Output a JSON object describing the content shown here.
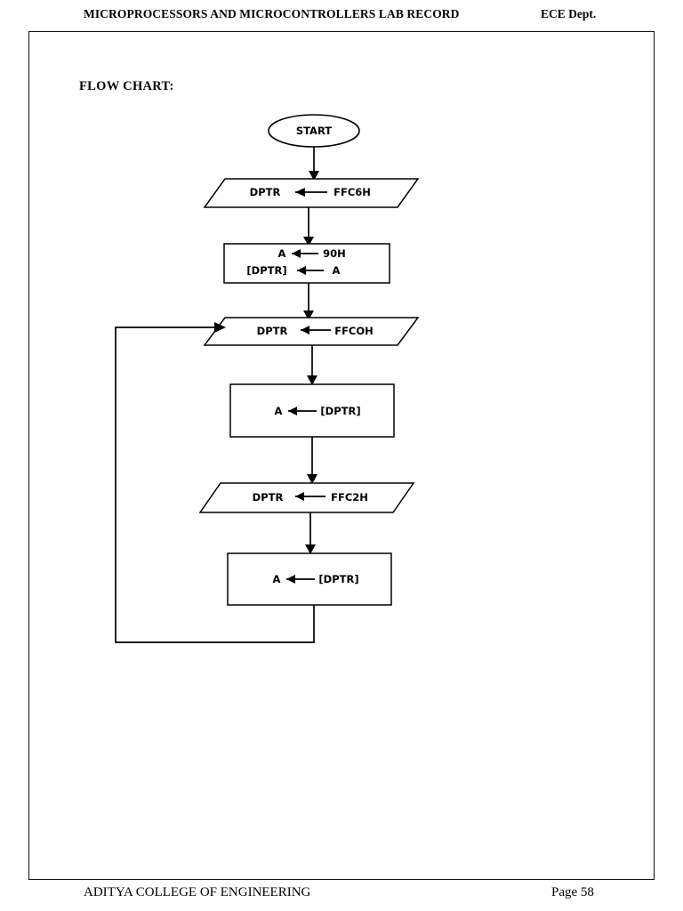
{
  "header": {
    "title": "MICROPROCESSORS AND MICROCONTROLLERS LAB RECORD",
    "department": "ECE Dept."
  },
  "footer": {
    "institution": "ADITYA COLLEGE OF ENGINEERING",
    "page_label": "Page 58"
  },
  "section": {
    "label": "FLOW CHART:"
  },
  "chart_data": {
    "type": "diagram",
    "title": "FLOW CHART:",
    "nodes": [
      {
        "id": "start",
        "shape": "oval",
        "lines": [
          "START"
        ]
      },
      {
        "id": "n1",
        "shape": "parallelogram",
        "lines": [
          "DPTR",
          "←",
          "FFC6H"
        ],
        "text": "DPTR ← FFC6H"
      },
      {
        "id": "n2",
        "shape": "rectangle",
        "lines": [
          "A ← 90H",
          "[DPTR] ← A"
        ]
      },
      {
        "id": "n3",
        "shape": "parallelogram",
        "lines": [
          "DPTR",
          "←",
          "FFCOH"
        ],
        "text": "DPTR ← FFCOH"
      },
      {
        "id": "n4",
        "shape": "rectangle",
        "lines": [
          "A ← [DPTR]"
        ]
      },
      {
        "id": "n5",
        "shape": "parallelogram",
        "lines": [
          "DPTR",
          "←",
          "FFC2H"
        ],
        "text": "DPTR ← FFC2H"
      },
      {
        "id": "n6",
        "shape": "rectangle",
        "lines": [
          "A ← [DPTR]"
        ]
      }
    ],
    "edges": [
      {
        "from": "start",
        "to": "n1",
        "type": "straight-down"
      },
      {
        "from": "n1",
        "to": "n2",
        "type": "straight-down"
      },
      {
        "from": "n2",
        "to": "n3",
        "type": "straight-down"
      },
      {
        "from": "n3",
        "to": "n4",
        "type": "straight-down"
      },
      {
        "from": "n4",
        "to": "n5",
        "type": "straight-down"
      },
      {
        "from": "n5",
        "to": "n6",
        "type": "straight-down"
      },
      {
        "from": "n6",
        "to": "n3",
        "type": "loop-back-left"
      }
    ]
  },
  "flowchart": {
    "start_label": "START",
    "node1": {
      "left": "DPTR",
      "arrow": "⟵",
      "right": "FFC6H"
    },
    "node2": {
      "line1_left": "A",
      "line1_arrow": "⟵",
      "line1_right": "90H",
      "line2_left": "[DPTR]",
      "line2_arrow": "⟵",
      "line2_right": "A"
    },
    "node3": {
      "left": "DPTR",
      "arrow": "⟵",
      "right": "FFCOH"
    },
    "node4": {
      "left": "A",
      "arrow": "⟵",
      "right": "[DPTR]"
    },
    "node5": {
      "left": "DPTR",
      "arrow": "⟵",
      "right": "FFC2H"
    },
    "node6": {
      "left": "A",
      "arrow": "⟵",
      "right": "[DPTR]"
    }
  },
  "colors": {
    "ink": "#000000",
    "paper": "#ffffff",
    "border": "#111111"
  }
}
